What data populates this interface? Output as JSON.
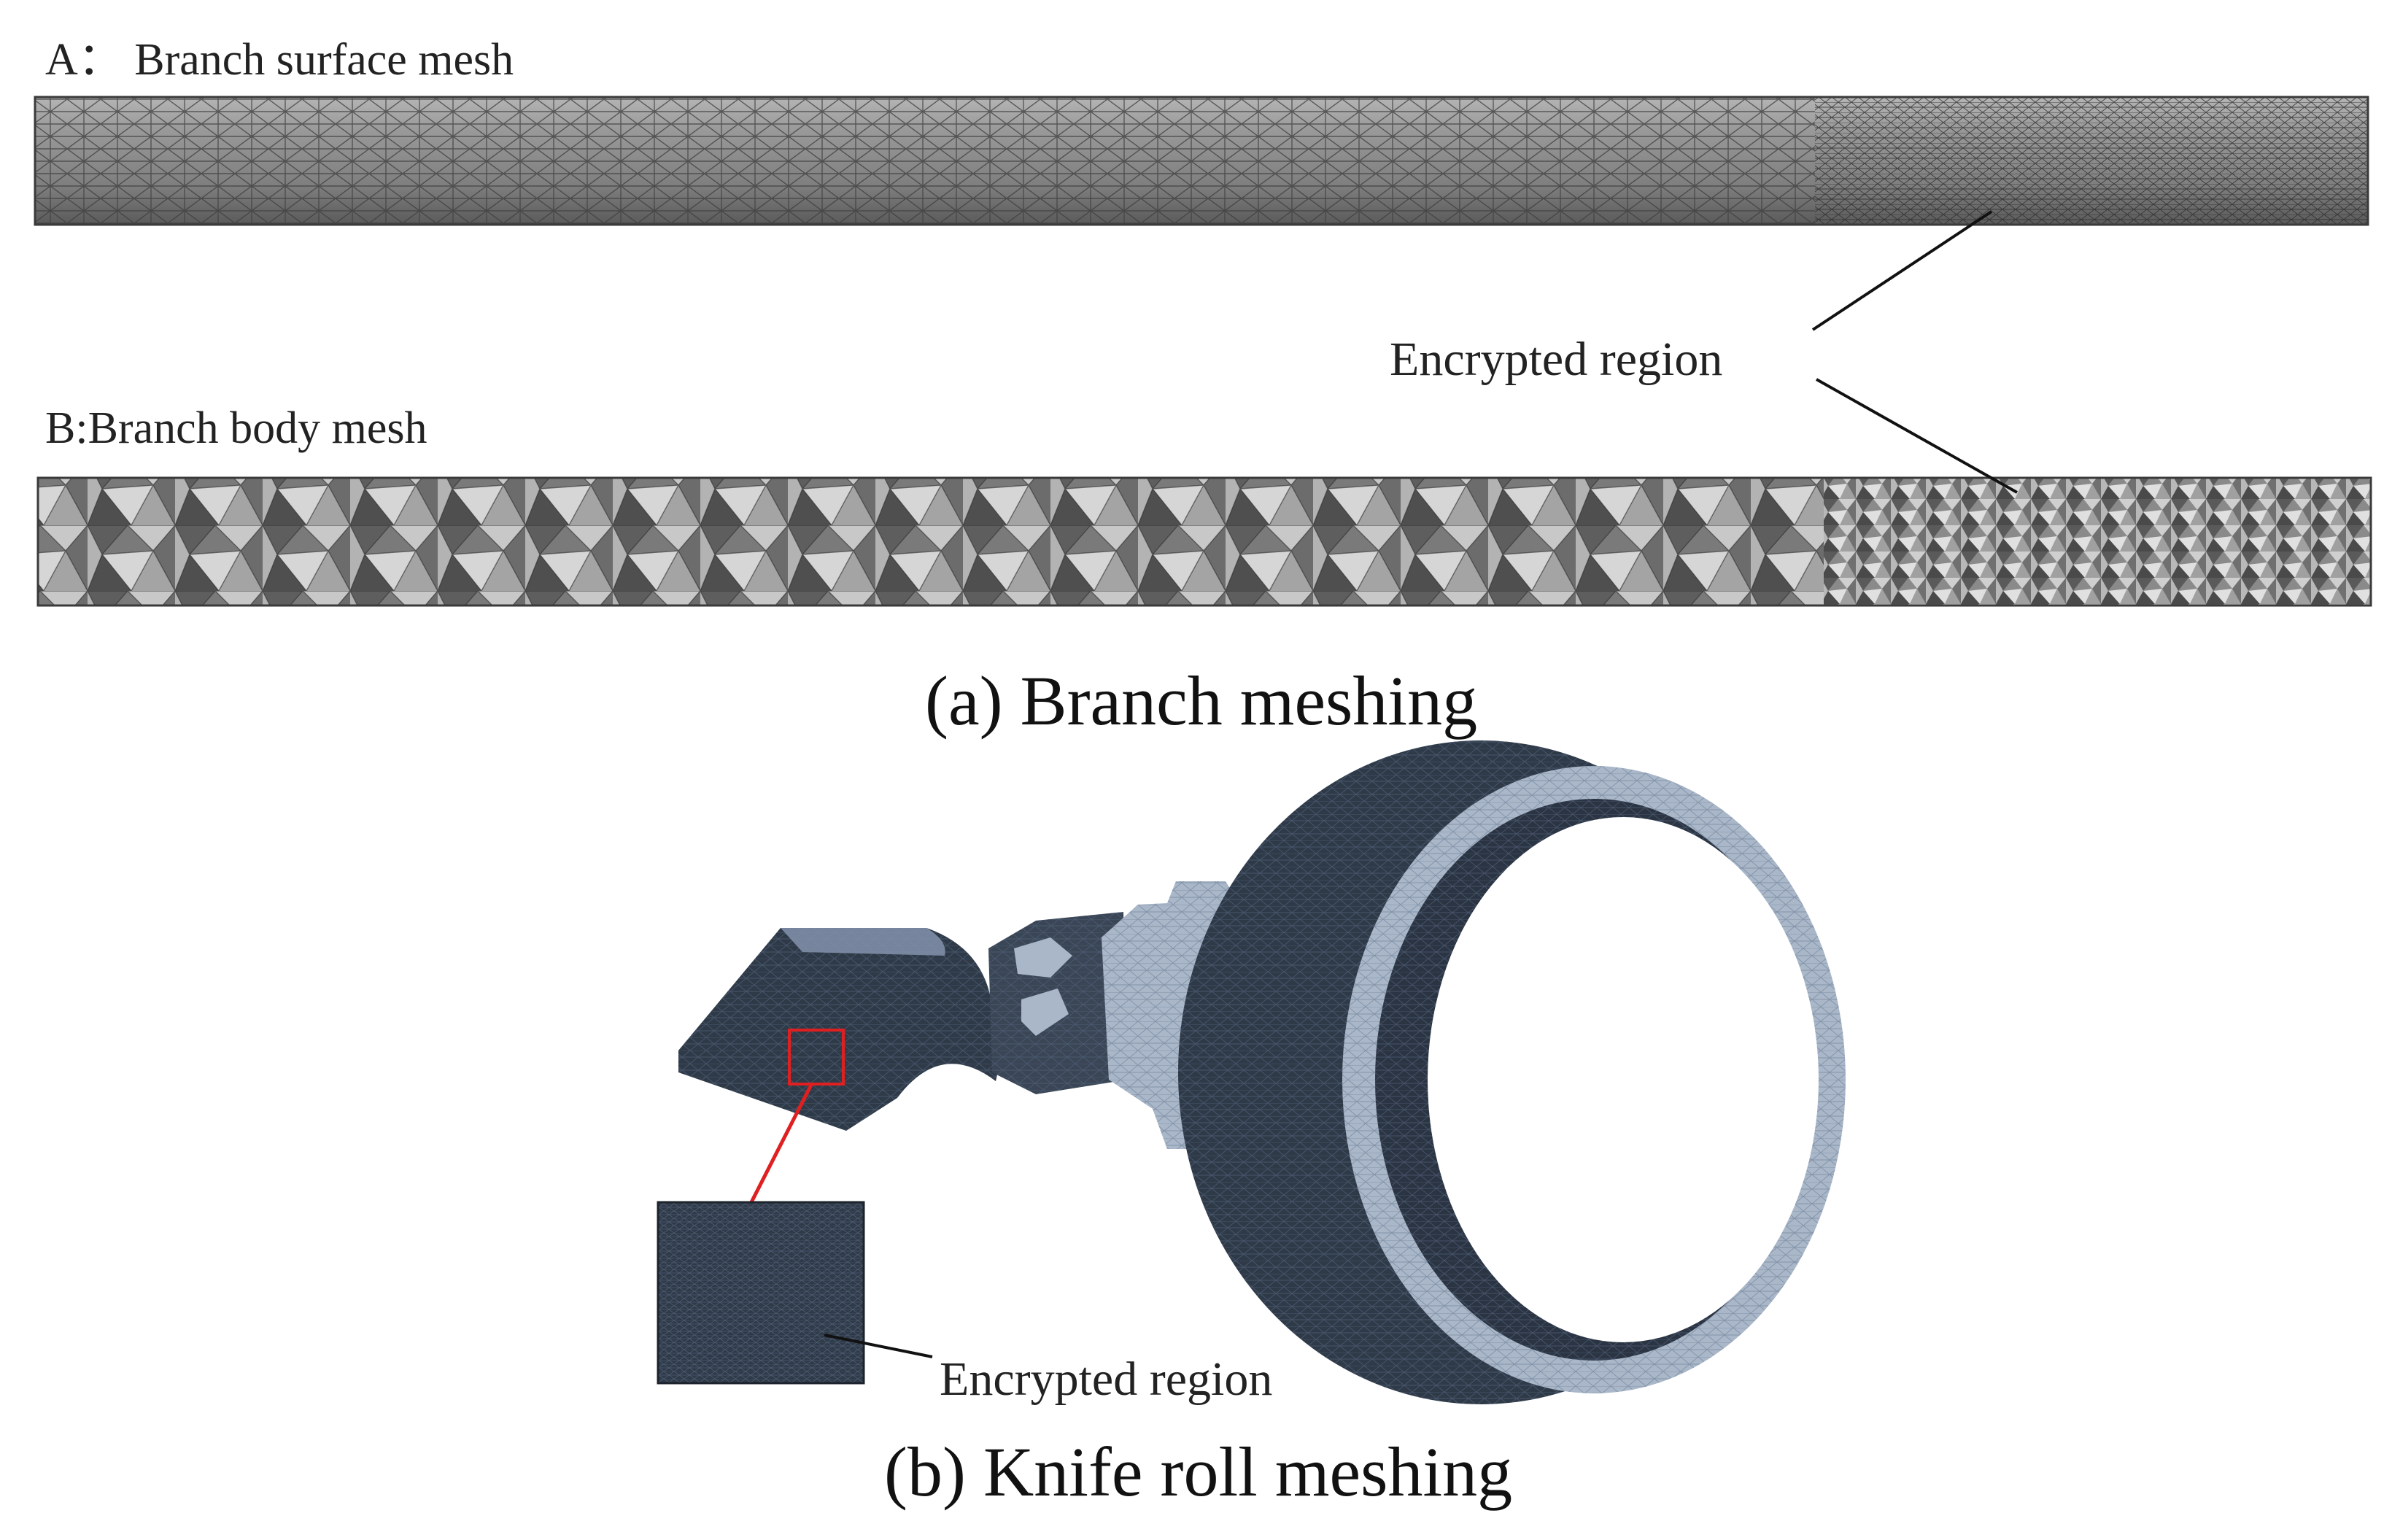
{
  "labels": {
    "surface_mesh": "A：  Branch surface mesh",
    "body_mesh": "B:Branch body mesh",
    "encrypted_region_a": "Encrypted  region",
    "encrypted_region_b": "Encrypted region"
  },
  "captions": {
    "a": "(a) Branch meshing",
    "b": "(b) Knife roll meshing"
  },
  "colors": {
    "surface_mesh_fill": "#8a8a8a",
    "body_mesh_fill": "#9a9a9a",
    "knife_roll_dark": "#2f3a48",
    "knife_roll_light": "#a9b7c9",
    "highlight_box": "#e02020"
  }
}
